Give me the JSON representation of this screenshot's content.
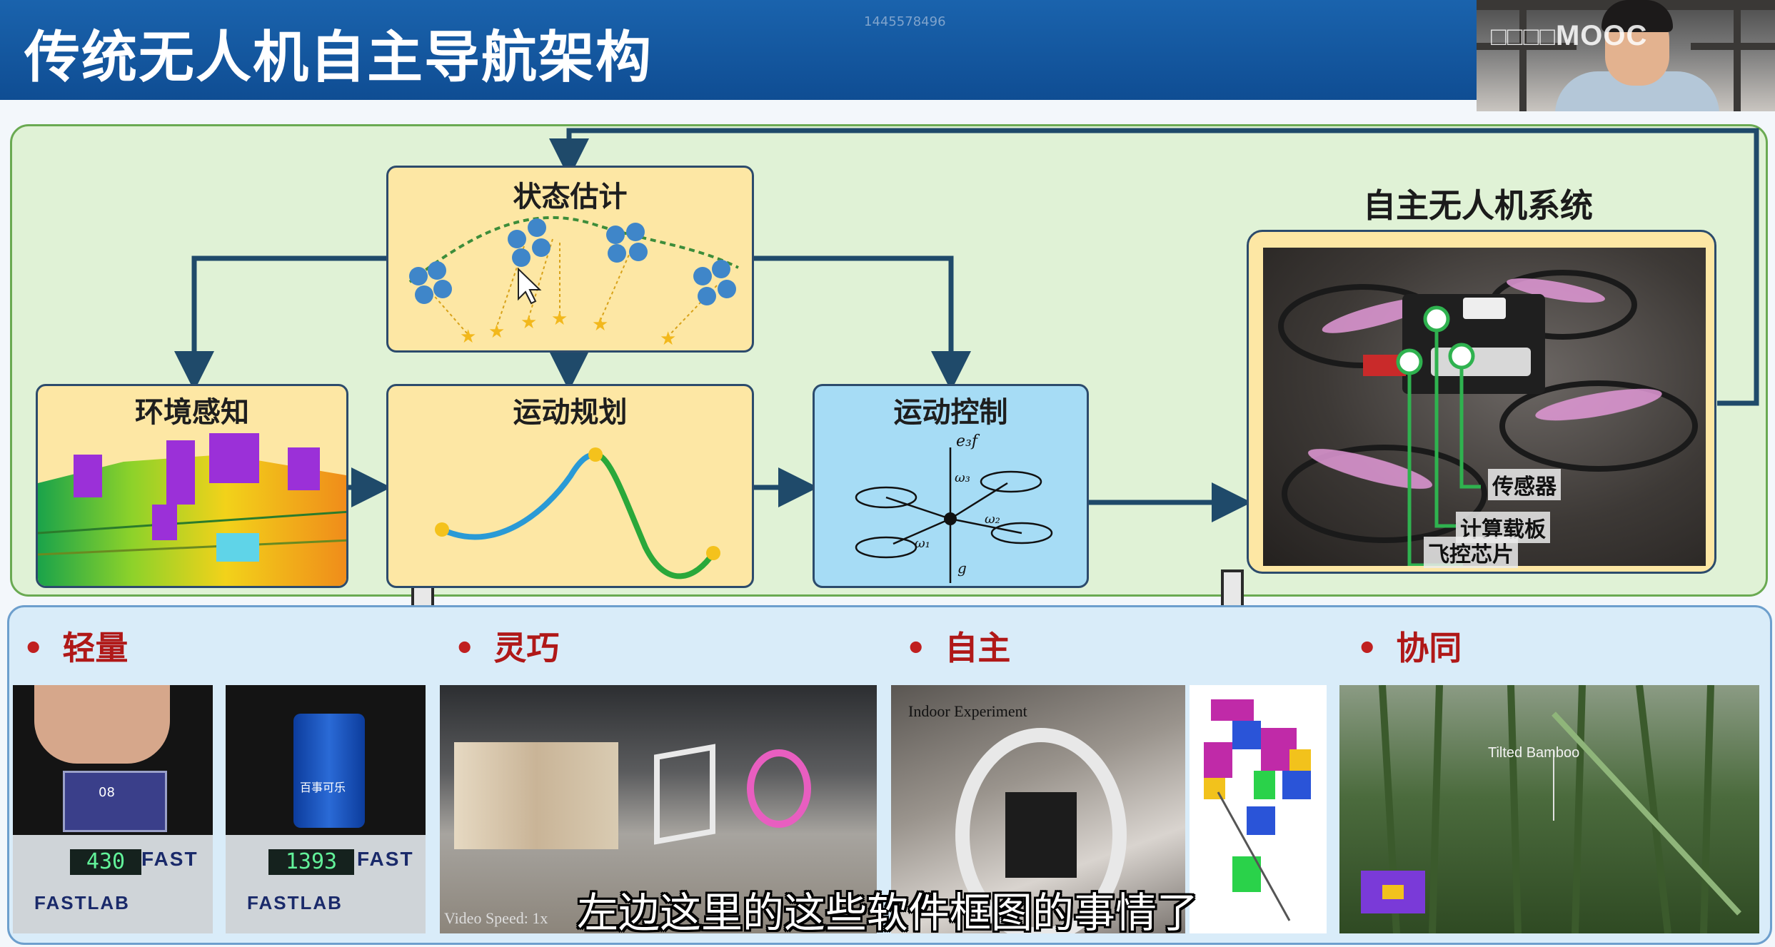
{
  "header": {
    "title": "传统无人机自主导航架构",
    "watermark_id": "1445578496",
    "webcam_logo": "MOOC"
  },
  "diagram": {
    "state_estimation": "状态估计",
    "perception": "环境感知",
    "planning": "运动规划",
    "control": "运动控制",
    "system_title": "自主无人机系统",
    "component_labels": {
      "sensor": "传感器",
      "compute": "计算载板",
      "flight_chip": "飞控芯片"
    },
    "control_symbols": {
      "thrust": "e₃f",
      "w1": "ω₁",
      "w2": "ω₂",
      "w3": "ω₃",
      "gravity": "g"
    }
  },
  "features": {
    "items": [
      "轻量",
      "灵巧",
      "自主",
      "协同"
    ]
  },
  "photos": {
    "scale_readings": [
      "430",
      "1393"
    ],
    "scale_brand": "FAST",
    "scale_brand_full": "FASTLAB",
    "can_text": "百事可乐",
    "indoor_caption": "Indoor Experiment",
    "video_speed_caption": "Video Speed: 1x",
    "bamboo_caption": "Tilted Bamboo",
    "board_label": "08"
  },
  "subtitle": "左边这里的这些软件框图的事情了",
  "colors": {
    "header_bg": "#1a63ad",
    "top_panel_bg": "#e0f2d6",
    "bottom_panel_bg": "#d9ecf9",
    "box_yellow": "#fde7a4",
    "box_blue": "#a6dcf5",
    "arrow": "#1f4a6a",
    "feature_red": "#b01818"
  }
}
